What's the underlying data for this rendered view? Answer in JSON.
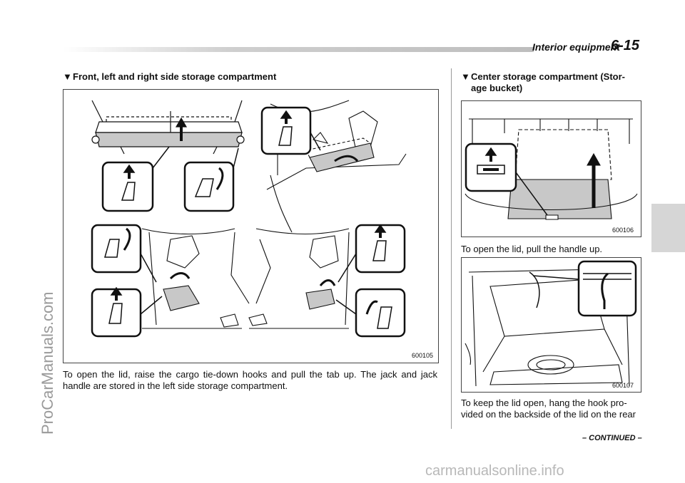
{
  "header": {
    "section_title": "Interior equipment",
    "page_number": "6-15"
  },
  "sidebar": {
    "site_name": "ProCarManuals.com"
  },
  "left_section": {
    "marker": "▼",
    "heading": "Front, left and right side storage compartment",
    "figure_code": "600105",
    "body": "To open the lid, raise the cargo tie-down hooks and pull the tab up. The jack and jack handle are stored in the left side storage compartment."
  },
  "right_section": {
    "marker": "▼",
    "heading_line1": "Center storage compartment (Stor-",
    "heading_line2": "age bucket)",
    "figure1_code": "600106",
    "text1": "To open the lid, pull the handle up.",
    "figure2_code": "600107",
    "text2_line1": "To keep the lid open, hang the hook pro-",
    "text2_line2": "vided on the backside of the lid on the rear"
  },
  "footer": {
    "continued": "– CONTINUED –",
    "watermark": "carmanualsonline.info"
  }
}
